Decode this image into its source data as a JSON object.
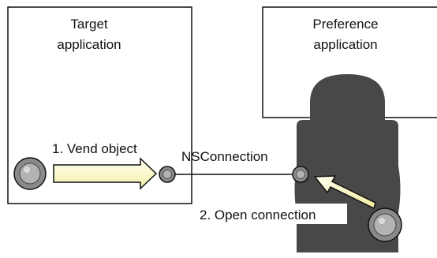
{
  "target_box": {
    "title_line1": "Target",
    "title_line2": "application"
  },
  "preference_box": {
    "title_line1": "Preference",
    "title_line2": "application"
  },
  "labels": {
    "step1": "1. Vend object",
    "connection": "NSConnection",
    "step2": "2. Open connection"
  },
  "colors": {
    "box_stroke": "#111111",
    "figure_fill": "#4a4a4a",
    "arrow_fill": "#ffffd0",
    "port_outer": "#8c8c8c",
    "port_inner": "#b4b4b4"
  }
}
